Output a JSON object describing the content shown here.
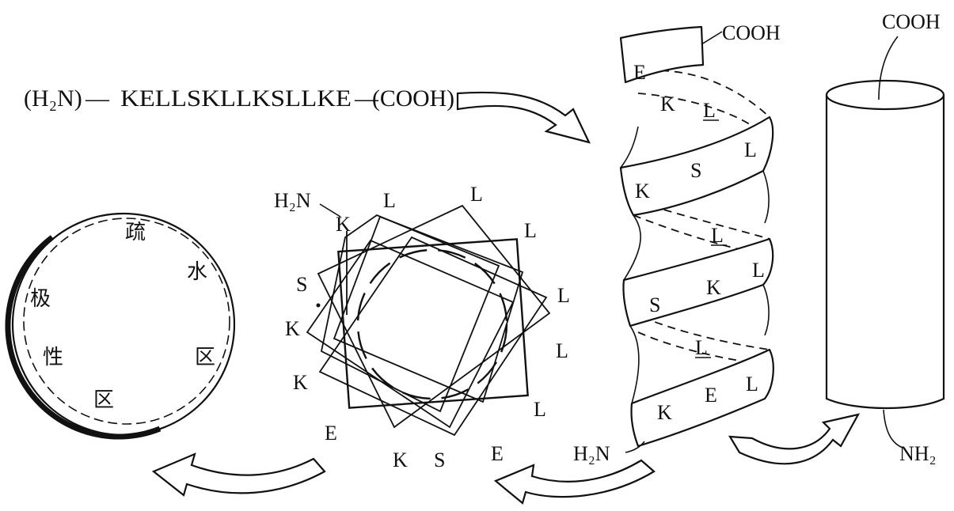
{
  "sequence": {
    "n_term": "(H₂N)",
    "dash1": "—",
    "residues": "KELLSKLLKSLLKE",
    "dash2": "—",
    "c_term": "(COOH)"
  },
  "helix_ribbon": {
    "labels": [
      "E",
      "K",
      "L",
      "L",
      "S",
      "K",
      "L",
      "L",
      "K",
      "S",
      "L",
      "L",
      "K",
      "E"
    ],
    "top_label": "COOH",
    "bottom_label": "H₂N"
  },
  "helical_wheel": {
    "n_label": "H₂N",
    "labels": [
      "K",
      "L",
      "L",
      "L",
      "L",
      "L",
      "L",
      "E",
      "S",
      "K",
      "S",
      "K",
      "K",
      "E"
    ]
  },
  "cylinder": {
    "top_label": "COOH",
    "bottom_label": "NH₂"
  },
  "face_circle": {
    "hydrophobic_chars": [
      "疏",
      "水",
      "区"
    ],
    "polar_chars": [
      "极",
      "性",
      "区"
    ]
  },
  "colors": {
    "ink": "#111111",
    "background": "#ffffff"
  }
}
